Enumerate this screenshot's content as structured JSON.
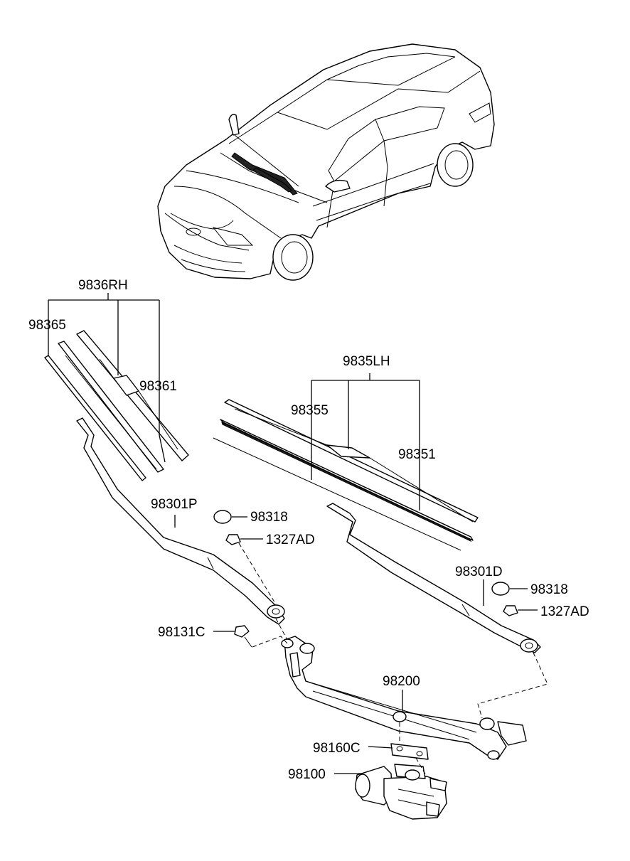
{
  "labels": {
    "rh_group": "9836RH",
    "rh_insert": "98365",
    "rh_blade": "98361",
    "lh_group": "9835LH",
    "lh_insert": "98355",
    "lh_blade": "98351",
    "arm_p": "98301P",
    "cap_p": "98318",
    "nut_p": "1327AD",
    "arm_d": "98301D",
    "cap_d": "98318",
    "nut_d": "1327AD",
    "bolt": "98131C",
    "linkage": "98200",
    "bracket": "98160C",
    "motor": "98100"
  }
}
